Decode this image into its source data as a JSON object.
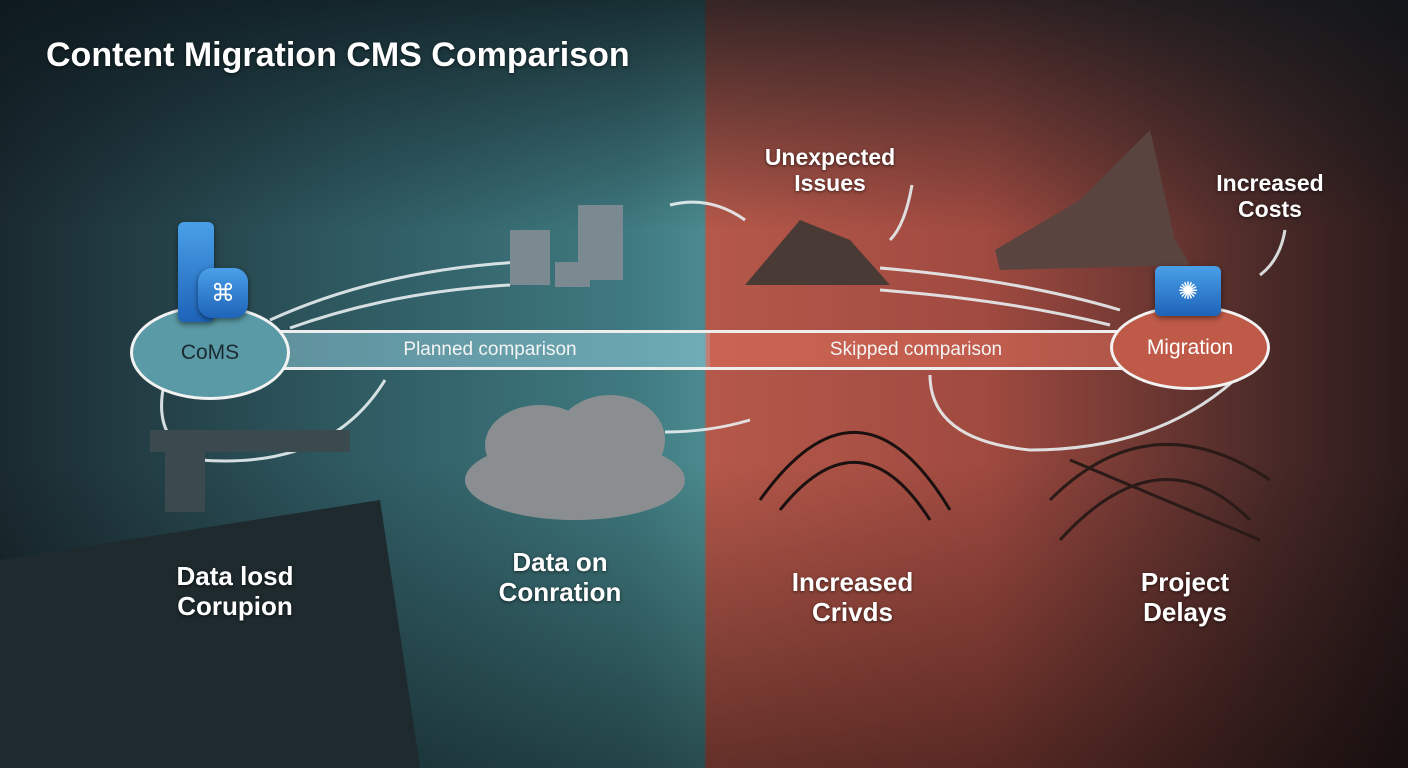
{
  "title": "Content Migration CMS Comparison",
  "nodes": {
    "left": "CoMS",
    "right": "Migration"
  },
  "band": {
    "left": "Planned comparison",
    "right": "Skipped comparison"
  },
  "callouts": {
    "unexpected": [
      "Unexpected",
      "Issues"
    ],
    "costs": [
      "Increased",
      "Costs"
    ],
    "data_loss": [
      "Data losd",
      "Corupion"
    ],
    "data_on": [
      "Data on",
      "Conration"
    ],
    "crivds": [
      "Increased",
      "Crivds"
    ],
    "delays": [
      "Project",
      "Delays"
    ]
  },
  "icons": {
    "left": "cms-server-icon",
    "right": "migration-monitor-icon"
  },
  "colors": {
    "left_theme": "#4a8a8e",
    "right_theme": "#b5584a"
  }
}
